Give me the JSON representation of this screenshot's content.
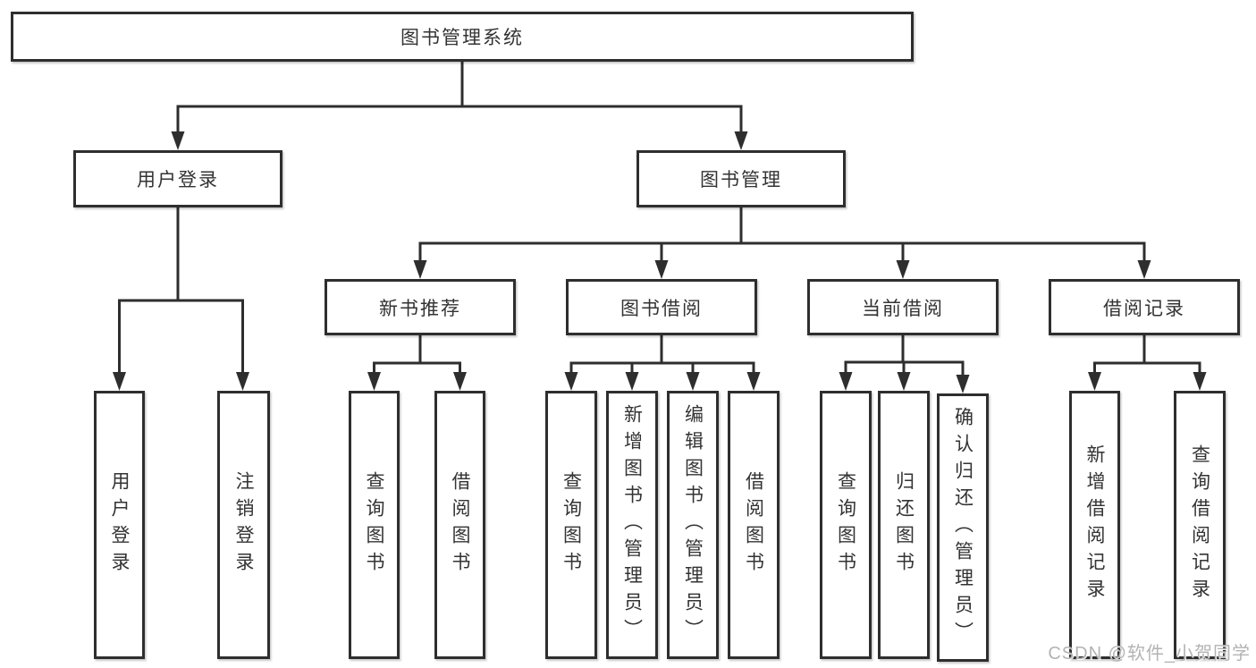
{
  "tree": {
    "root": {
      "label": "图书管理系统",
      "children": [
        {
          "label": "用户登录",
          "children": [
            {
              "label": "用户登录"
            },
            {
              "label": "注销登录"
            }
          ]
        },
        {
          "label": "图书管理",
          "children": [
            {
              "label": "新书推荐",
              "children": [
                {
                  "label": "查询图书"
                },
                {
                  "label": "借阅图书"
                }
              ]
            },
            {
              "label": "图书借阅",
              "children": [
                {
                  "label": "查询图书"
                },
                {
                  "label": "新增图书（管理员）"
                },
                {
                  "label": "编辑图书（管理员）"
                },
                {
                  "label": "借阅图书"
                }
              ]
            },
            {
              "label": "当前借阅",
              "children": [
                {
                  "label": "查询图书"
                },
                {
                  "label": "归还图书"
                },
                {
                  "label": "确认归还（管理员）"
                }
              ]
            },
            {
              "label": "借阅记录",
              "children": [
                {
                  "label": "新增借阅记录"
                },
                {
                  "label": "查询借阅记录"
                }
              ]
            }
          ]
        }
      ]
    }
  },
  "watermark": {
    "text": "CSDN @软件_小贺同学"
  },
  "colors": {
    "line": "#2e2e2e",
    "box_border": "#2e2e2e",
    "box_fill": "#ffffff",
    "text": "#333333",
    "watermark": "#b3b3b3",
    "background": "#ffffff"
  }
}
